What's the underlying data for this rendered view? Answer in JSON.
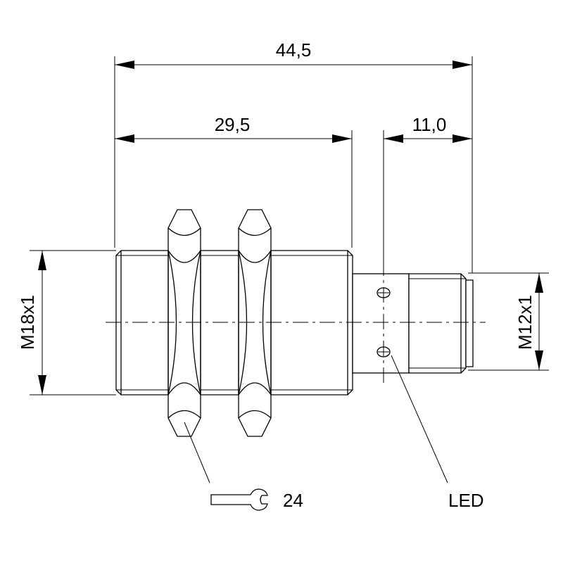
{
  "dimensions": {
    "overall_length": "44,5",
    "body_length": "29,5",
    "connector_length": "11,0",
    "body_thread": "M18x1",
    "connector_thread": "M12x1"
  },
  "callouts": {
    "wrench_size": "24",
    "led_label": "LED"
  },
  "icons": {
    "wrench": "wrench-icon"
  }
}
